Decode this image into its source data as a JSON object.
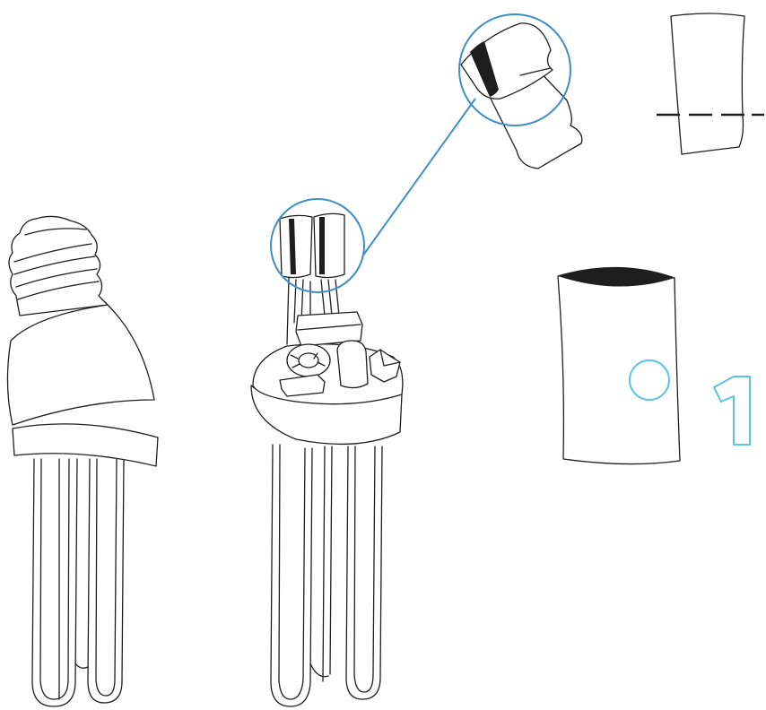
{
  "step": {
    "number": "1"
  },
  "colors": {
    "line": "#1e1e1e",
    "callout": "#3d8ec9",
    "step_marker": "#5cc3e6"
  },
  "icons": {
    "intact_lamp": "cfl-bulb",
    "opened_lamp": "opened-cfl-ballast",
    "detail": "capacitor-magnified",
    "cut": "cut-line",
    "sleeve": "heat-shrink-tube"
  }
}
